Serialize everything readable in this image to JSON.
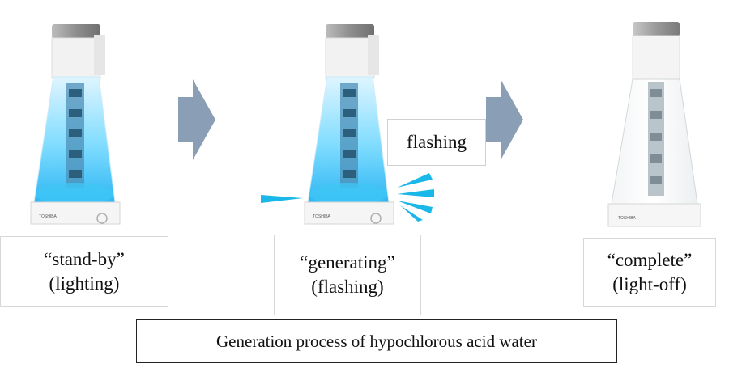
{
  "stages": [
    {
      "name": "stand-by",
      "line1": "“stand-by”",
      "line2": "(lighting)",
      "state": "glowing-blue"
    },
    {
      "name": "generating",
      "line1": "“generating”",
      "line2": "(flashing)",
      "state": "glowing-blue-flashing"
    },
    {
      "name": "complete",
      "line1": "“complete”",
      "line2": "(light-off)",
      "state": "clear"
    }
  ],
  "flash_label": "flashing",
  "caption": "Generation process of hypochlorous acid water",
  "brand_mark": "TOSHIBA",
  "colors": {
    "arrow": "#8a9fb5",
    "flash_ray": "#1ab8e8",
    "glow": "#5fd3ff",
    "cap": "#9c9c9c"
  },
  "icons": [
    "right-arrow-icon",
    "right-arrow-icon",
    "flash-ray-icon"
  ]
}
